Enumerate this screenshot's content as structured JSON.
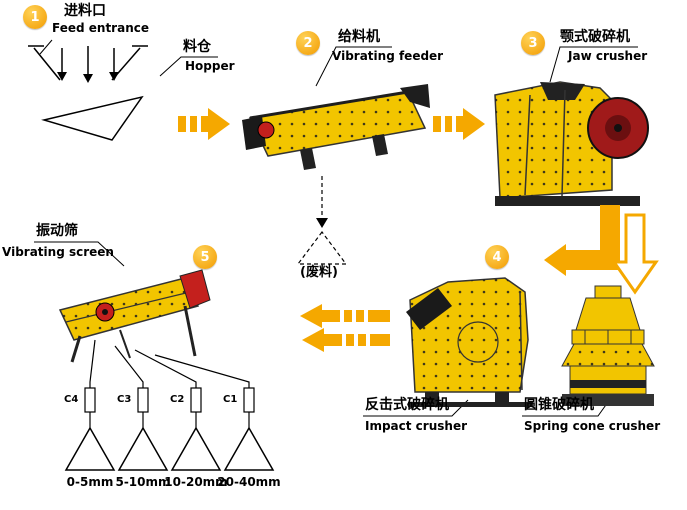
{
  "steps": [
    {
      "num": "1",
      "zh": "进料口",
      "en": "Feed entrance"
    },
    {
      "num": "2",
      "zh": "给料机",
      "en": "Vibrating feeder"
    },
    {
      "num": "3",
      "zh": "颚式破碎机",
      "en": "Jaw crusher"
    },
    {
      "num": "4"
    },
    {
      "num": "5"
    }
  ],
  "labels": {
    "hopper_zh": "料仓",
    "hopper_en": "Hopper",
    "waste": "(废料)",
    "screen_zh": "振动筛",
    "screen_en": "Vibrating screen",
    "impact_zh": "反击式破碎机",
    "impact_en": "Impact crusher",
    "cone_zh": "圆锥破碎机",
    "cone_en": "Spring cone crusher"
  },
  "conveyors": [
    "C4",
    "C3",
    "C2",
    "C1"
  ],
  "outputs": [
    "0-5mm",
    "5-10mm",
    "10-20mm",
    "20-40mm"
  ],
  "colors": {
    "arrow": "#f5a800",
    "machine_yellow": "#f2c500",
    "accent_red": "#c4201d",
    "dark": "#1e1e1e",
    "number_circle": "#f29b00"
  }
}
